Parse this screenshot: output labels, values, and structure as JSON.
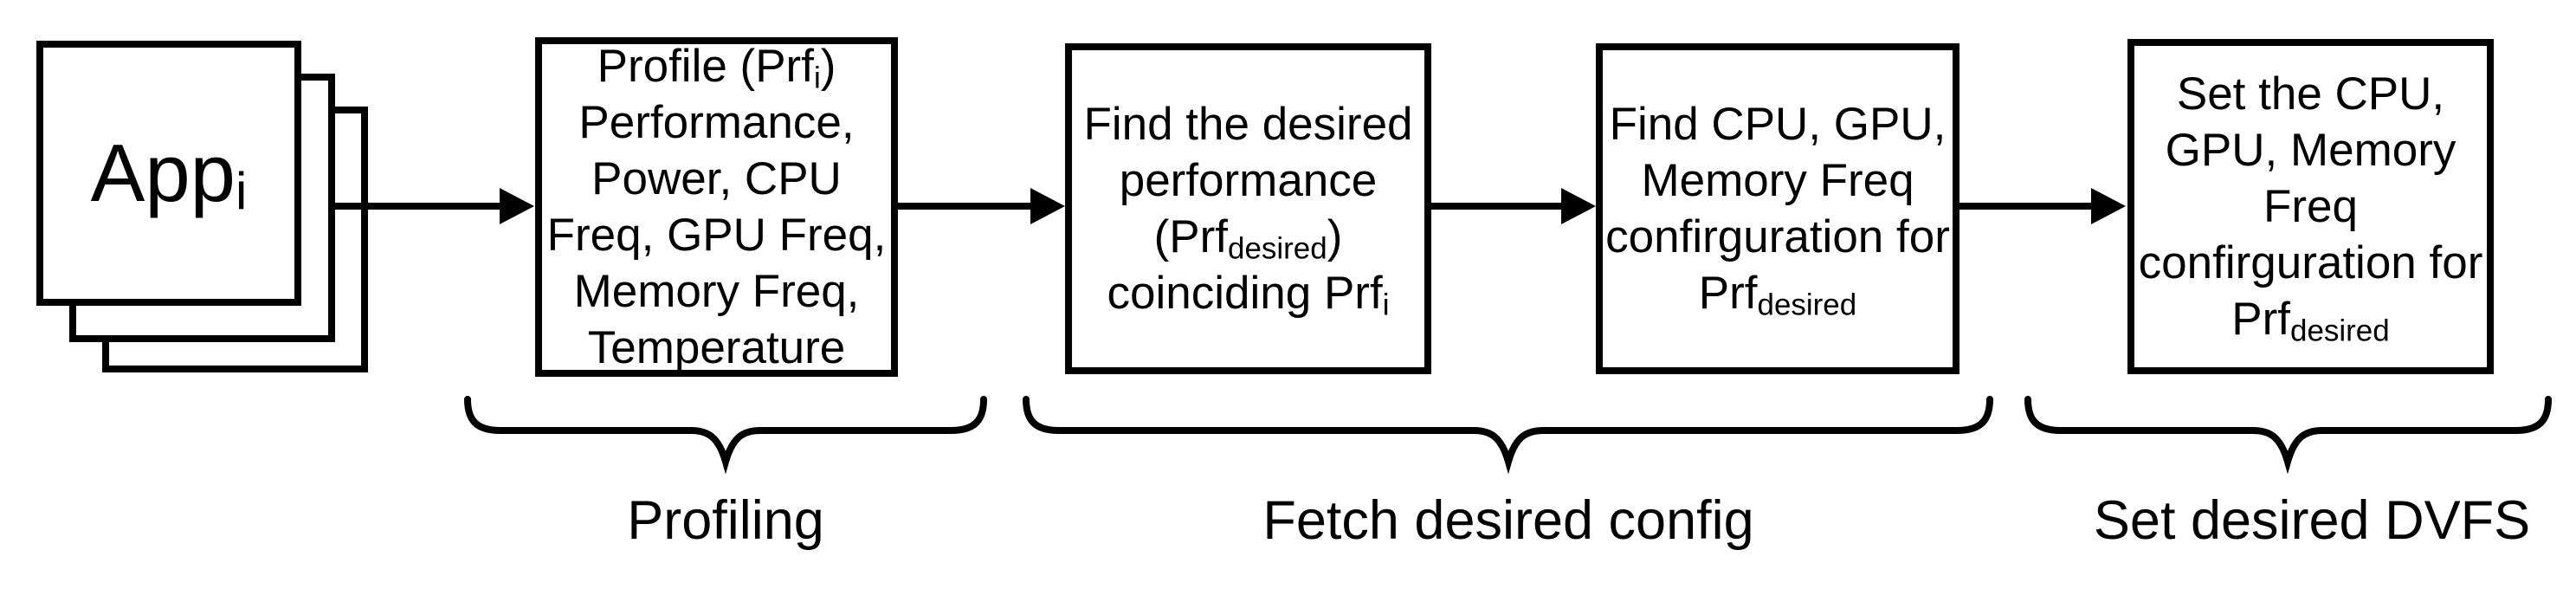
{
  "canvas": {
    "background_color": "#ffffff",
    "stroke_color": "#000000"
  },
  "app_stack": {
    "label_base": "App",
    "label_sub": "i"
  },
  "boxes": [
    {
      "id": "profile",
      "lines": [
        [
          {
            "t": "Profile (Prf"
          },
          {
            "t": "i",
            "sub": true
          },
          {
            "t": ")"
          }
        ],
        [
          {
            "t": "Performance,"
          }
        ],
        [
          {
            "t": "Power, CPU"
          }
        ],
        [
          {
            "t": "Freq, GPU Freq,"
          }
        ],
        [
          {
            "t": "Memory Freq,"
          }
        ],
        [
          {
            "t": "Temperature"
          }
        ]
      ]
    },
    {
      "id": "find-desired-performance",
      "lines": [
        [
          {
            "t": "Find the desired"
          }
        ],
        [
          {
            "t": "performance"
          }
        ],
        [
          {
            "t": "(Prf"
          },
          {
            "t": "desired",
            "sub": true
          },
          {
            "t": ")"
          }
        ],
        [
          {
            "t": "coinciding Prf"
          },
          {
            "t": "i",
            "sub": true
          }
        ]
      ]
    },
    {
      "id": "find-config",
      "lines": [
        [
          {
            "t": "Find CPU, GPU,"
          }
        ],
        [
          {
            "t": "Memory Freq"
          }
        ],
        [
          {
            "t": "confirguration for"
          }
        ],
        [
          {
            "t": "Prf"
          },
          {
            "t": "desired",
            "sub": true
          }
        ]
      ]
    },
    {
      "id": "set-config",
      "lines": [
        [
          {
            "t": "Set the CPU,"
          }
        ],
        [
          {
            "t": "GPU, Memory"
          }
        ],
        [
          {
            "t": "Freq"
          }
        ],
        [
          {
            "t": "confirguration for"
          }
        ],
        [
          {
            "t": "Prf"
          },
          {
            "t": "desired",
            "sub": true
          }
        ]
      ]
    }
  ],
  "group_labels": [
    {
      "text": "Profiling"
    },
    {
      "text": "Fetch desired config"
    },
    {
      "text": "Set desired DVFS"
    }
  ]
}
